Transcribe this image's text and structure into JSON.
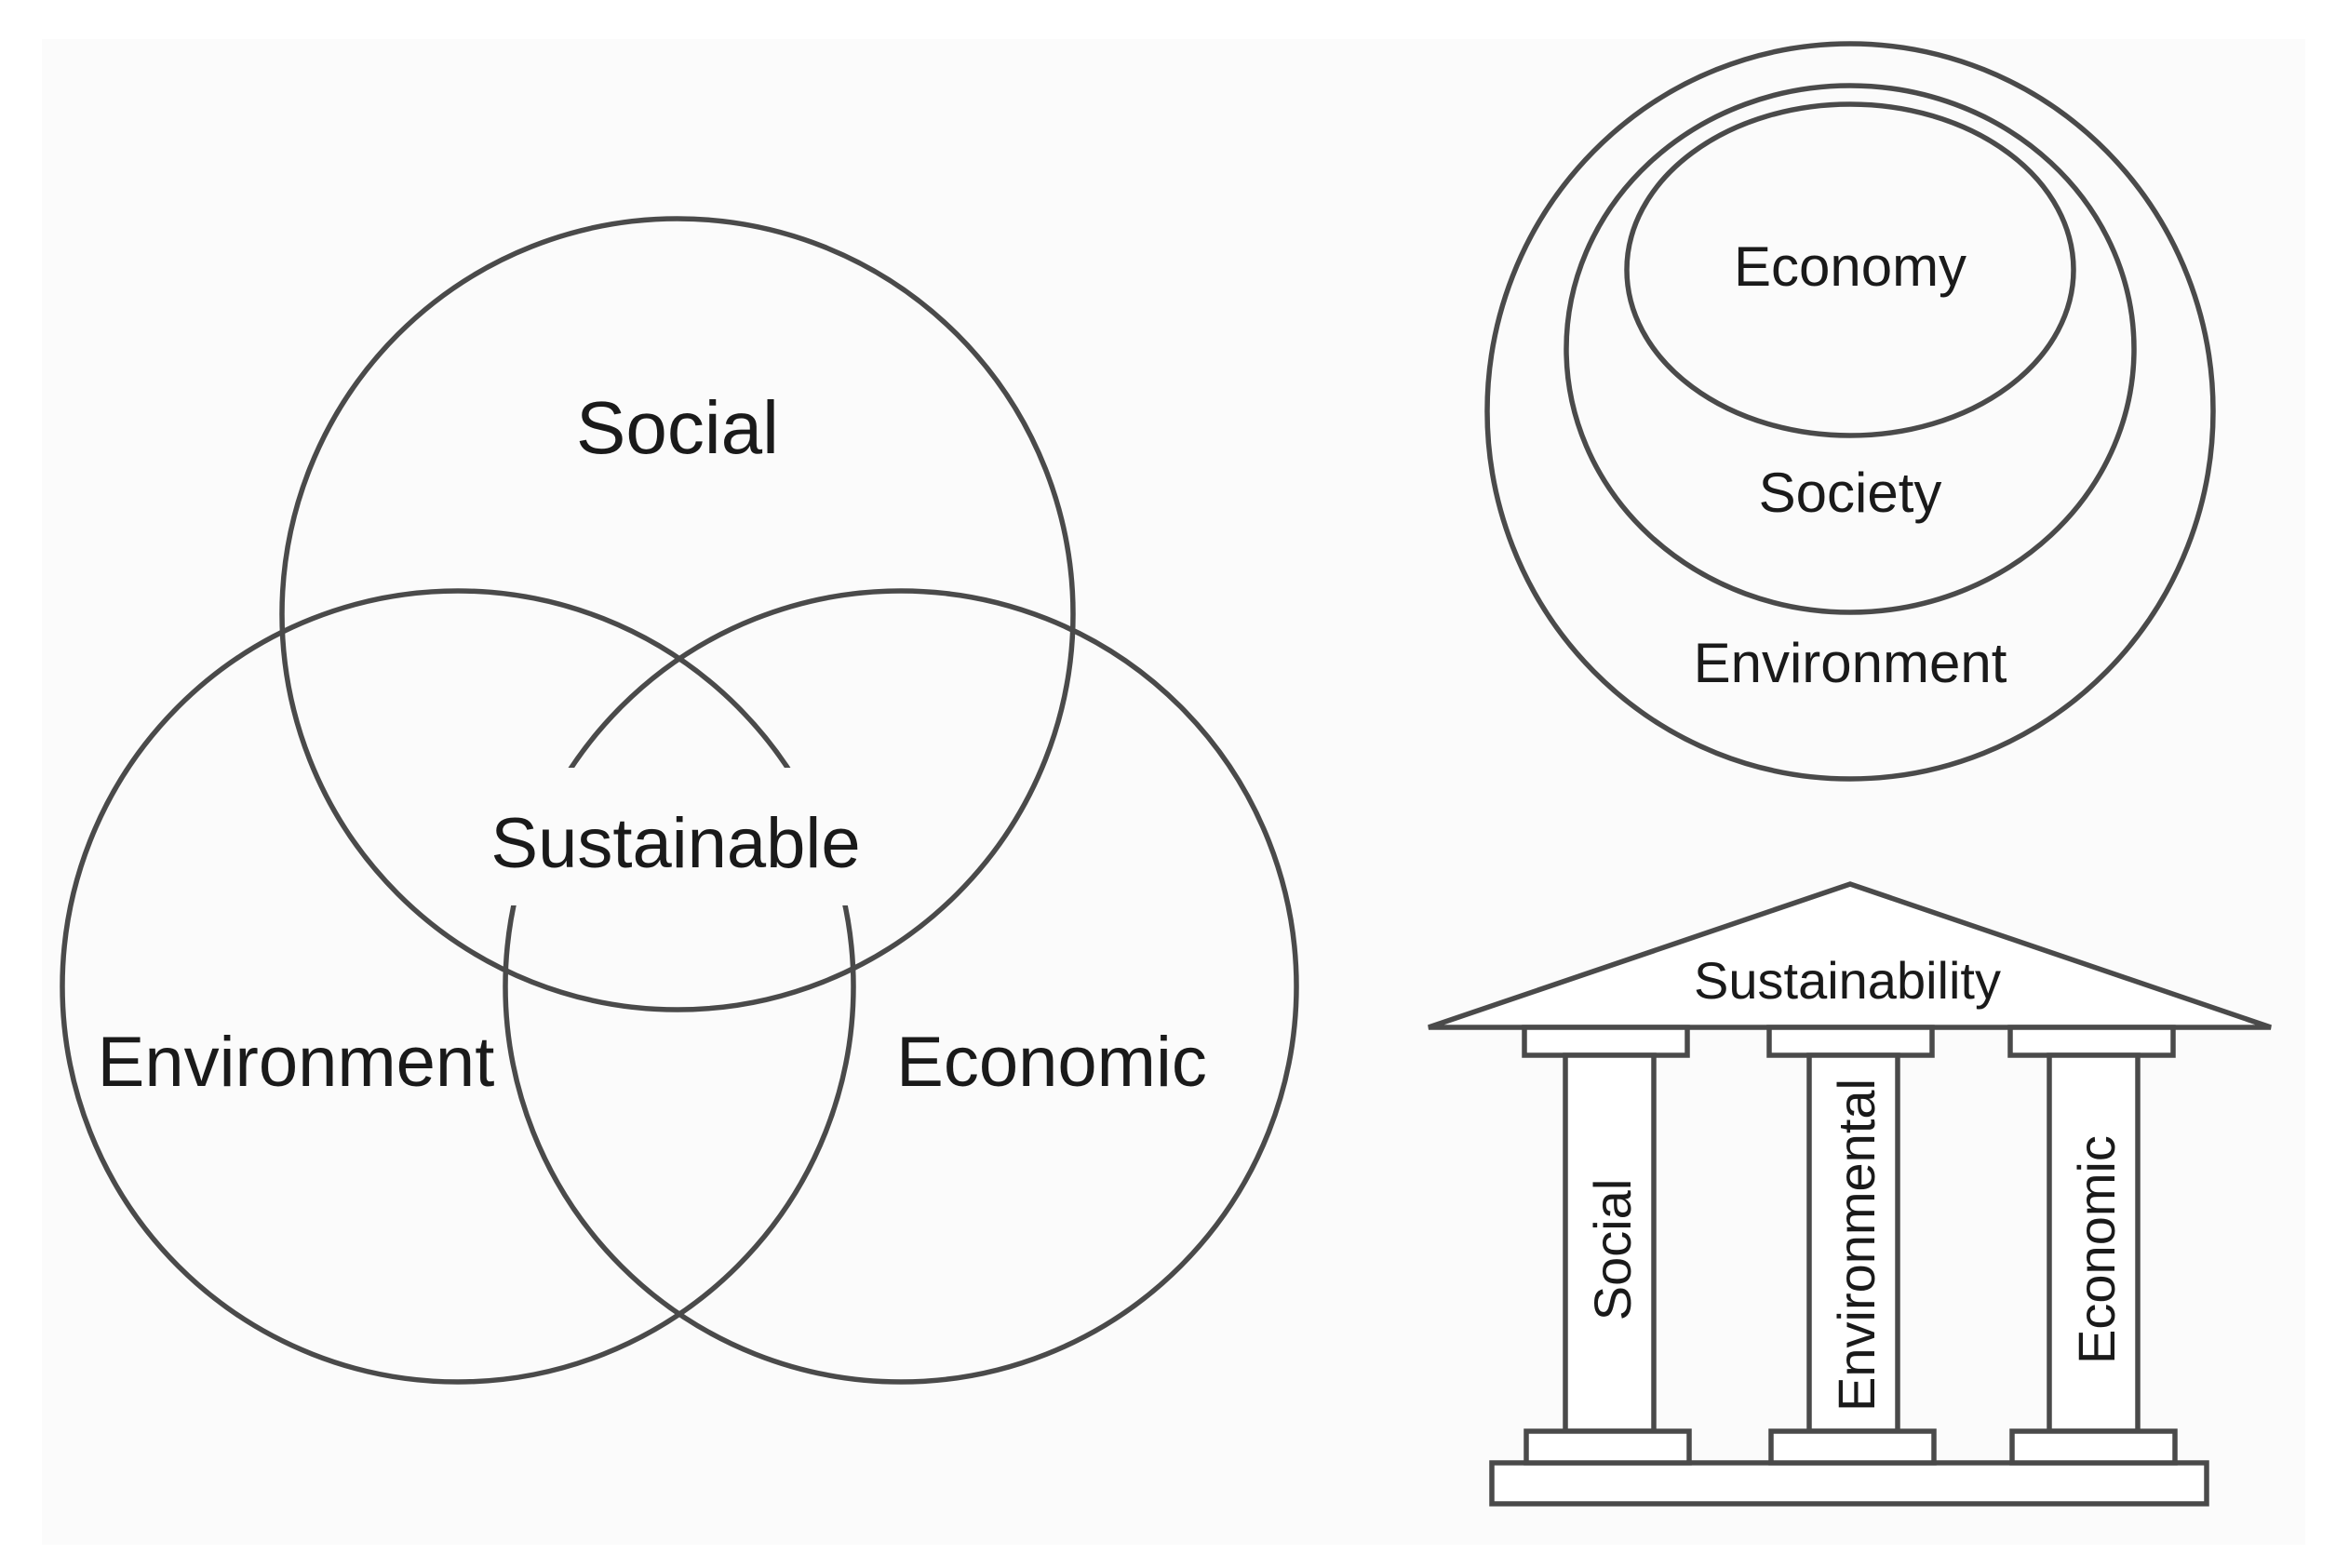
{
  "venn": {
    "top": "Social",
    "left": "Environment",
    "right": "Economic",
    "center": "Sustainable"
  },
  "nested": {
    "inner": "Economy",
    "middle": "Society",
    "outer": "Environment"
  },
  "pillars": {
    "roof": "Sustainability",
    "columns": [
      "Social",
      "Environmental",
      "Economic"
    ]
  },
  "colors": {
    "line": "#4a4a4a",
    "text": "#1a1a1a",
    "background": "#ffffff",
    "panel": "#fbfbfb"
  }
}
